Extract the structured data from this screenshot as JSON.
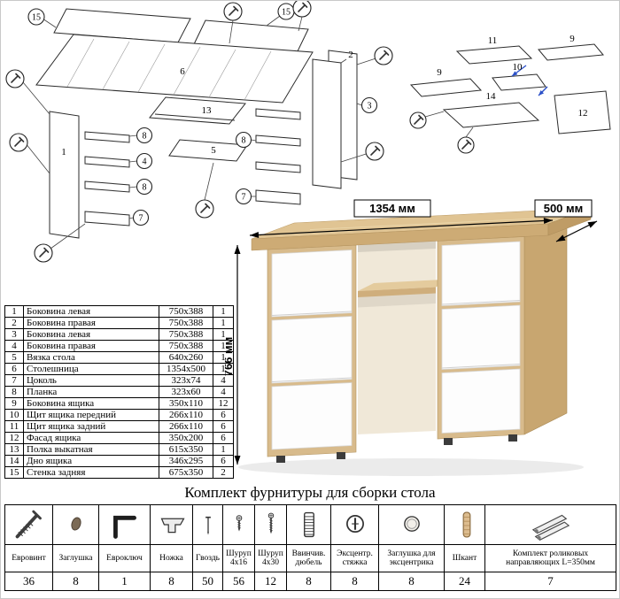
{
  "parts_table": {
    "rows": [
      {
        "num": "1",
        "name": "Боковина левая",
        "size": "750x388",
        "qty": "1"
      },
      {
        "num": "2",
        "name": "Боковина правая",
        "size": "750x388",
        "qty": "1"
      },
      {
        "num": "3",
        "name": "Боковина левая",
        "size": "750x388",
        "qty": "1"
      },
      {
        "num": "4",
        "name": "Боковина правая",
        "size": "750x388",
        "qty": "1"
      },
      {
        "num": "5",
        "name": "Вязка стола",
        "size": "640x260",
        "qty": "1"
      },
      {
        "num": "6",
        "name": "Столешница",
        "size": "1354x500",
        "qty": "1"
      },
      {
        "num": "7",
        "name": "Цоколь",
        "size": "323x74",
        "qty": "4"
      },
      {
        "num": "8",
        "name": "Планка",
        "size": "323x60",
        "qty": "4"
      },
      {
        "num": "9",
        "name": "Боковина ящика",
        "size": "350x110",
        "qty": "12"
      },
      {
        "num": "10",
        "name": "Щит ящика передний",
        "size": "266x110",
        "qty": "6"
      },
      {
        "num": "11",
        "name": "Щит ящика задний",
        "size": "266x110",
        "qty": "6"
      },
      {
        "num": "12",
        "name": "Фасад ящика",
        "size": "350x200",
        "qty": "6"
      },
      {
        "num": "13",
        "name": "Полка выкатная",
        "size": "615x350",
        "qty": "1"
      },
      {
        "num": "14",
        "name": "Дно ящика",
        "size": "346x295",
        "qty": "6"
      },
      {
        "num": "15",
        "name": "Стенка задняя",
        "size": "675x350",
        "qty": "2"
      }
    ]
  },
  "desk": {
    "dim_width": "1354 мм",
    "dim_depth": "500 мм",
    "dim_height": "766 мм",
    "wood_color": "#d8bb8c",
    "drawer_color": "#fdfdfd"
  },
  "diagrams": {
    "main_callouts": [
      "15",
      "15",
      "6",
      "13",
      "1",
      "2",
      "5",
      "8",
      "4",
      "8",
      "7",
      "3",
      "8",
      "7"
    ],
    "drawer_callouts": [
      "11",
      "9",
      "9",
      "10",
      "14",
      "12"
    ]
  },
  "hardware": {
    "title": "Комплект фурнитуры для сборки стола",
    "items": [
      {
        "name": "Евровинт",
        "qty": "36",
        "icon": "confirmat-screw-icon"
      },
      {
        "name": "Заглушка",
        "qty": "8",
        "icon": "cap-plug-icon"
      },
      {
        "name": "Евроключ",
        "qty": "1",
        "icon": "hex-key-icon"
      },
      {
        "name": "Ножка",
        "qty": "8",
        "icon": "leg-glide-icon"
      },
      {
        "name": "Гвоздь",
        "qty": "50",
        "icon": "nail-icon"
      },
      {
        "name": "Шуруп 4x16",
        "qty": "56",
        "icon": "screw-short-icon"
      },
      {
        "name": "Шуруп 4x30",
        "qty": "12",
        "icon": "screw-long-icon"
      },
      {
        "name": "Ввинчив. дюбель",
        "qty": "8",
        "icon": "screw-in-dowel-icon"
      },
      {
        "name": "Эксцентр. стяжка",
        "qty": "8",
        "icon": "cam-lock-icon"
      },
      {
        "name": "Заглушка для эксцентрика",
        "qty": "8",
        "icon": "cam-cap-icon"
      },
      {
        "name": "Шкант",
        "qty": "24",
        "icon": "wooden-dowel-icon"
      },
      {
        "name": "Комплект роликовых направляющих L=350мм",
        "qty": "7",
        "icon": "roller-guides-icon"
      }
    ]
  }
}
